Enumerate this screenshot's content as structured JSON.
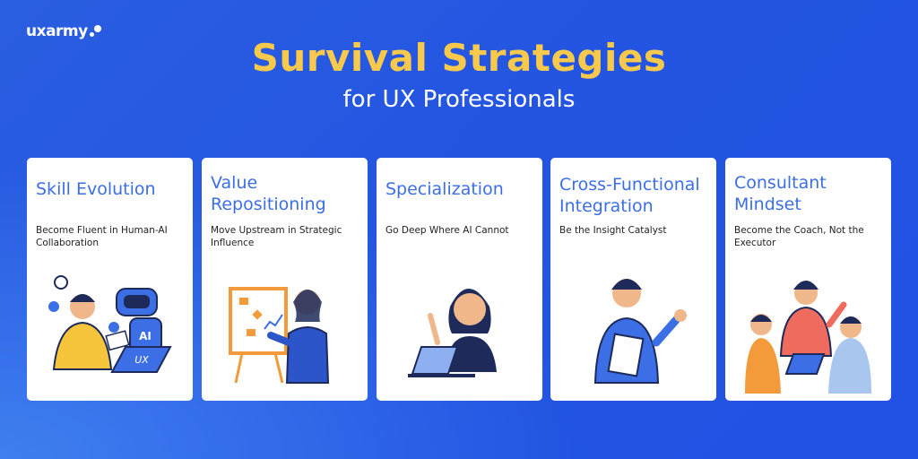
{
  "brand": {
    "logo": "uxarmy"
  },
  "header": {
    "title": "Survival Strategies",
    "subtitle": "for UX Professionals"
  },
  "cards": [
    {
      "title": "Skill Evolution",
      "description": "Become Fluent in Human-AI Collaboration",
      "illustration": {
        "ai_label": "AI",
        "ux_label": "UX"
      }
    },
    {
      "title": "Value Repositioning",
      "description": "Move Upstream in Strategic Influence"
    },
    {
      "title": "Specialization",
      "description": "Go Deep Where AI Cannot"
    },
    {
      "title": "Cross-Functional Integration",
      "description": "Be the Insight Catalyst"
    },
    {
      "title": "Consultant Mindset",
      "description": "Become the Coach, Not the Executor"
    }
  ],
  "colors": {
    "title": "#f8c94a",
    "card_heading": "#3c6ee6",
    "background": "#2354e2"
  }
}
